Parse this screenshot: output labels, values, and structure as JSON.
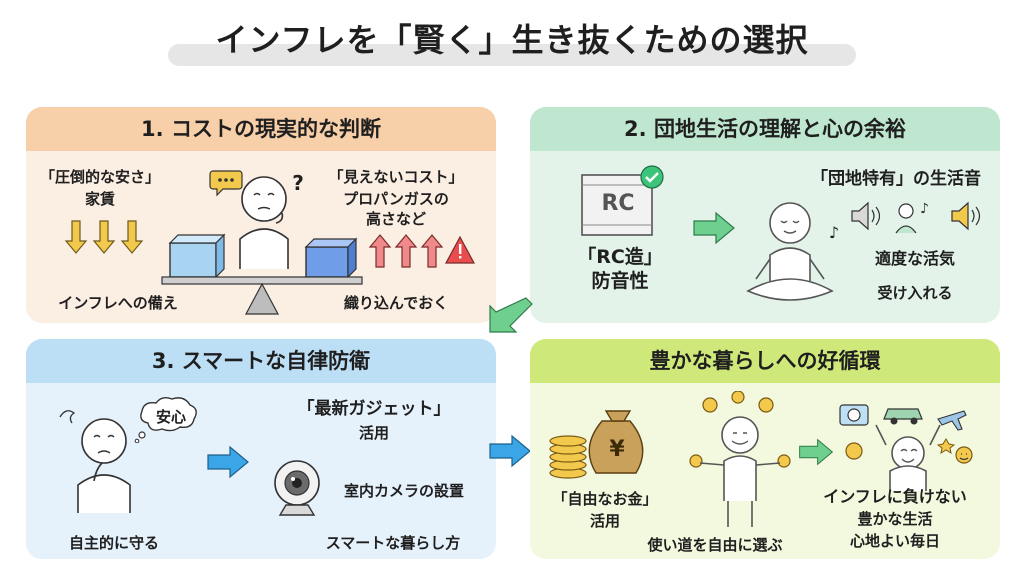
{
  "title": "インフレを「賢く」生き抜くための選択",
  "panels": [
    {
      "heading": "1. コストの現実的な判断",
      "left_label_1": "「圧倒的な安さ」",
      "left_label_2": "家賃",
      "right_label_1": "「見えないコスト」",
      "right_label_2": "プロパンガスの",
      "right_label_3": "高さなど",
      "bottom_left": "インフレへの備え",
      "bottom_right": "織り込んでおく"
    },
    {
      "heading": "2. 団地生活の理解と心の余裕",
      "rc_sign": "RC",
      "left_label_1": "「RC造」",
      "left_label_2": "防音性",
      "right_label_1": "「団地特有」の生活音",
      "right_label_2": "適度な活気",
      "right_label_3": "受け入れる"
    },
    {
      "heading": "3. スマートな自律防衛",
      "bubble": "安心",
      "bottom_left": "自主的に守る",
      "right_label_1": "「最新ガジェット」",
      "right_label_2": "活用",
      "camera_label": "室内カメラの設置",
      "bottom_right": "スマートな暮らし方"
    },
    {
      "heading": "豊かな暮らしへの好循環",
      "yen_sign": "¥",
      "left_label_1": "「自由なお金」",
      "left_label_2": "活用",
      "middle_label": "使い道を自由に選ぶ",
      "right_label_1": "インフレに負けない",
      "right_label_2": "豊かな生活",
      "right_label_3": "心地よい毎日"
    }
  ],
  "colors": {
    "panel1_header": "#f7cfa8",
    "panel2_header": "#bfe6cf",
    "panel3_header": "#bddff6",
    "panel4_header": "#cfe87a",
    "arrow_green": "#6fcf8e",
    "arrow_blue": "#3aa6e8",
    "down_arrow": "#f2c94c",
    "up_arrow": "#f08a8a"
  }
}
